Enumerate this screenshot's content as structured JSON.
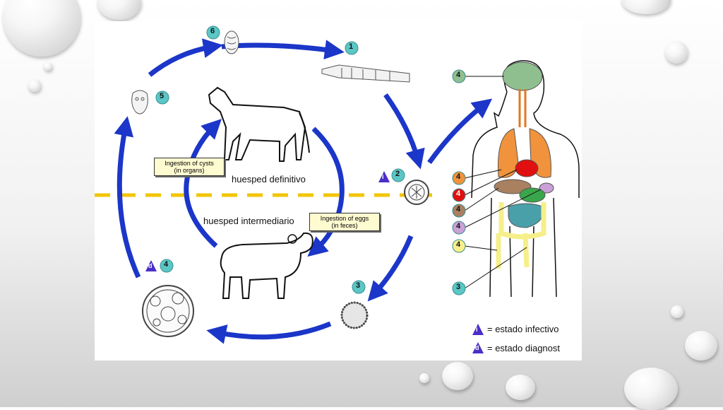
{
  "labels": {
    "definitive_host": "huesped definitivo",
    "intermediate_host": "huesped intermediario"
  },
  "captions": {
    "cysts_line1": "Ingestion of cysts",
    "cysts_line2": "(in organs)",
    "eggs_line1": "Ingestion of eggs",
    "eggs_line2": "(in feces)"
  },
  "stage_numbers": {
    "s1": "1",
    "s2": "2",
    "s3": "3",
    "s4": "4",
    "s5": "5",
    "s6": "6",
    "organ_brain": "4",
    "organ_lung": "4",
    "organ_heart": "4",
    "organ_liver": "4",
    "organ_spleen": "4",
    "organ_kidney": "4",
    "organ_bone": "3"
  },
  "markers": {
    "infective": "i",
    "diagnostic": "d"
  },
  "legend": {
    "infective_symbol": "i",
    "infective_text": "= estado infectivo",
    "diagnostic_symbol": "d",
    "diagnostic_text": "= estado diagnost"
  },
  "colors": {
    "arrow_blue": "#1b36c8",
    "host_divider": "#f2c500",
    "stage_badge": "#5bc6c6",
    "triangle": "#4b2ec8",
    "organ_brain": "#8fbf8f",
    "organ_lung": "#f0933c",
    "organ_heart": "#e01010",
    "organ_liver": "#a98060",
    "organ_spleen": "#c9a0d8",
    "organ_bone": "#f6ef8a"
  }
}
